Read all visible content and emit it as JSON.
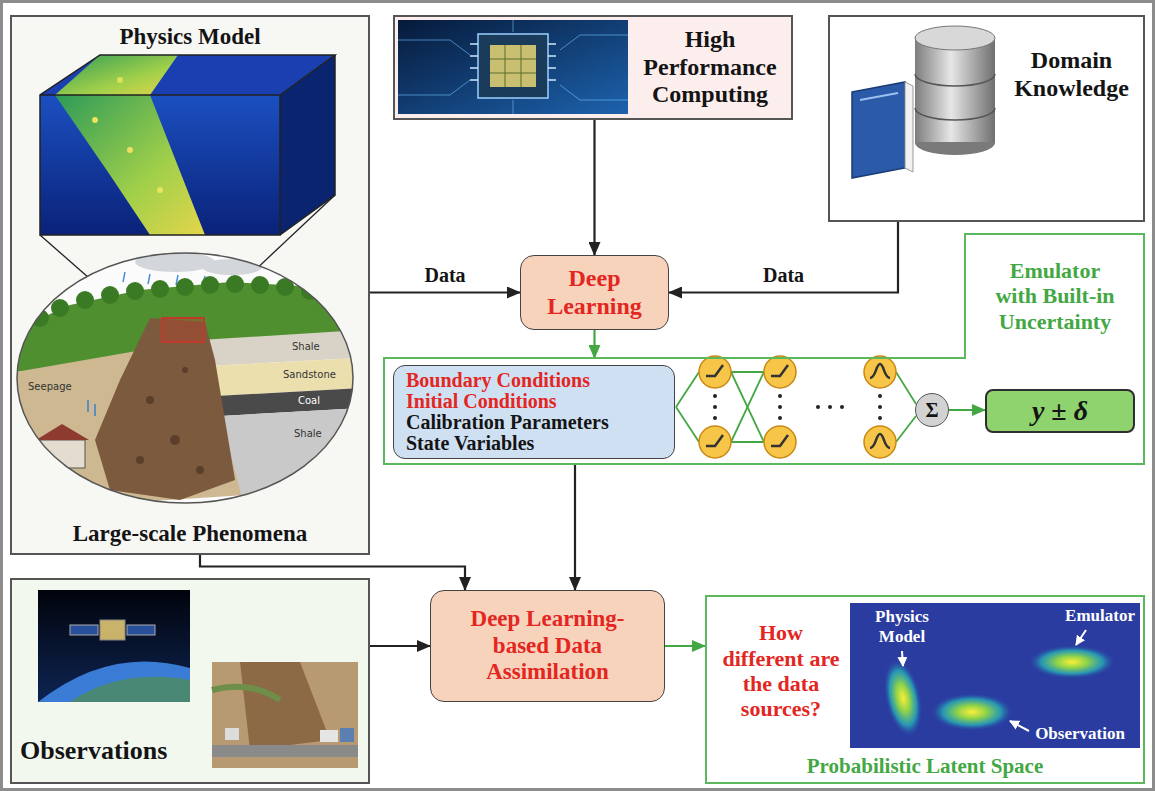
{
  "diagram": {
    "nodes": [
      {
        "text": [
          "Physics Model",
          "Large-scale Phenomena"
        ]
      },
      {
        "text": [
          "High Performance Computing"
        ]
      },
      {
        "text": [
          "Domain Knowledge"
        ]
      },
      {
        "text": [
          "Deep Learning"
        ]
      },
      {
        "text": [
          "Emulator with Built-in Uncertainty"
        ]
      },
      {
        "text": [
          "Boundary Conditions",
          "Initial Conditions",
          "Calibration Parameters",
          "State Variables"
        ],
        "in": 4
      },
      {
        "text": [
          "Σ"
        ],
        "in": 4
      },
      {
        "text": [
          "y ± δ"
        ],
        "in": 4
      },
      {
        "text": [
          "Deep Learning-based Data Assimilation"
        ]
      },
      {
        "text": [
          "Observations"
        ]
      },
      {
        "text": [
          "How different are the data sources?",
          "Probabilistic Latent Space"
        ]
      }
    ],
    "edges": [
      {
        "from": 0,
        "to": 3,
        "label": "Data",
        "arrow": "to"
      },
      {
        "from": 1,
        "to": 3,
        "arrow": "to"
      },
      {
        "from": 2,
        "to": 3,
        "label": "Data",
        "arrow": "to"
      },
      {
        "from": 3,
        "to": 4,
        "arrow": "to"
      },
      {
        "from": 0,
        "to": 8,
        "arrow": "to"
      },
      {
        "from": 4,
        "to": 8,
        "arrow": "to"
      },
      {
        "from": 9,
        "to": 8,
        "arrow": "to"
      },
      {
        "from": 8,
        "to": 10,
        "arrow": "to"
      },
      {
        "from": 6,
        "to": 7,
        "arrow": "to"
      }
    ],
    "labels": [
      "Shale",
      "Seepage",
      "Sandstone",
      "Coal",
      "Shale",
      "Physics Model",
      "Emulator",
      "Observation"
    ]
  }
}
